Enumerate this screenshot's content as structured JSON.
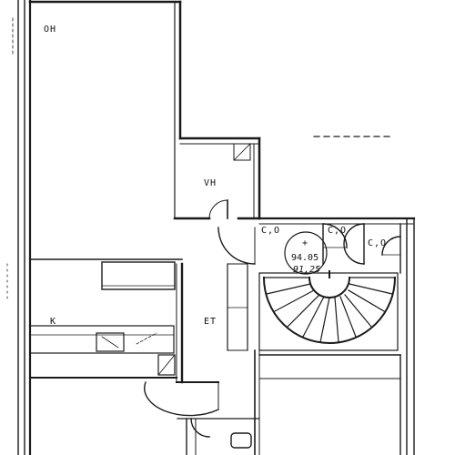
{
  "rooms": {
    "oh": "OH",
    "vh": "VH",
    "k": "K",
    "et": "ET",
    "co_left": "C,O",
    "co_mid": "C,O",
    "co_right": "C,O"
  },
  "elevations": {
    "level": "94.05",
    "level_handwritten": "91,25",
    "marker": "+"
  },
  "colors": {
    "line": "#1a1a1a",
    "paper": "#ffffff"
  }
}
